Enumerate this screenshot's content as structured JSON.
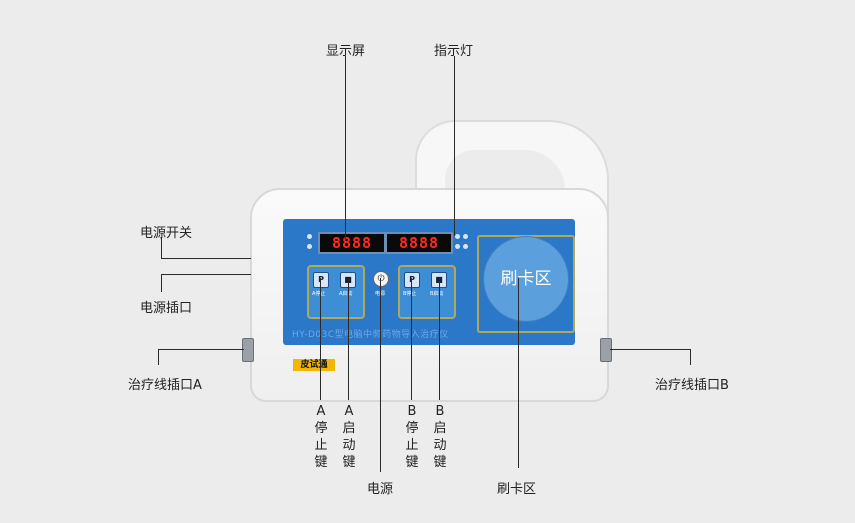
{
  "callouts": {
    "display": "显示屏",
    "indicator": "指示灯",
    "power_switch": "电源开关",
    "power_socket": "电源插口",
    "cable_a": "治疗线插口A",
    "cable_b": "治疗线插口B",
    "power": "电源",
    "card_area": "刷卡区",
    "a_stop": [
      "A",
      "停",
      "止",
      "键"
    ],
    "a_start": [
      "A",
      "启",
      "动",
      "键"
    ],
    "b_stop": [
      "B",
      "停",
      "止",
      "键"
    ],
    "b_start": [
      "B",
      "启",
      "动",
      "键"
    ]
  },
  "device": {
    "display_left": "8888",
    "display_right": "8888",
    "card_label": "刷卡区",
    "model_text": "HY-D03C型电脑中频药物导入治疗仪",
    "brand": "皮试通",
    "keys": {
      "a_stop": "A停止",
      "a_start": "A启动",
      "b_stop": "B停止",
      "b_start": "B启动",
      "power": "电源",
      "stop_glyph": "P",
      "start_glyph": "■",
      "power_glyph": "⏻"
    }
  }
}
